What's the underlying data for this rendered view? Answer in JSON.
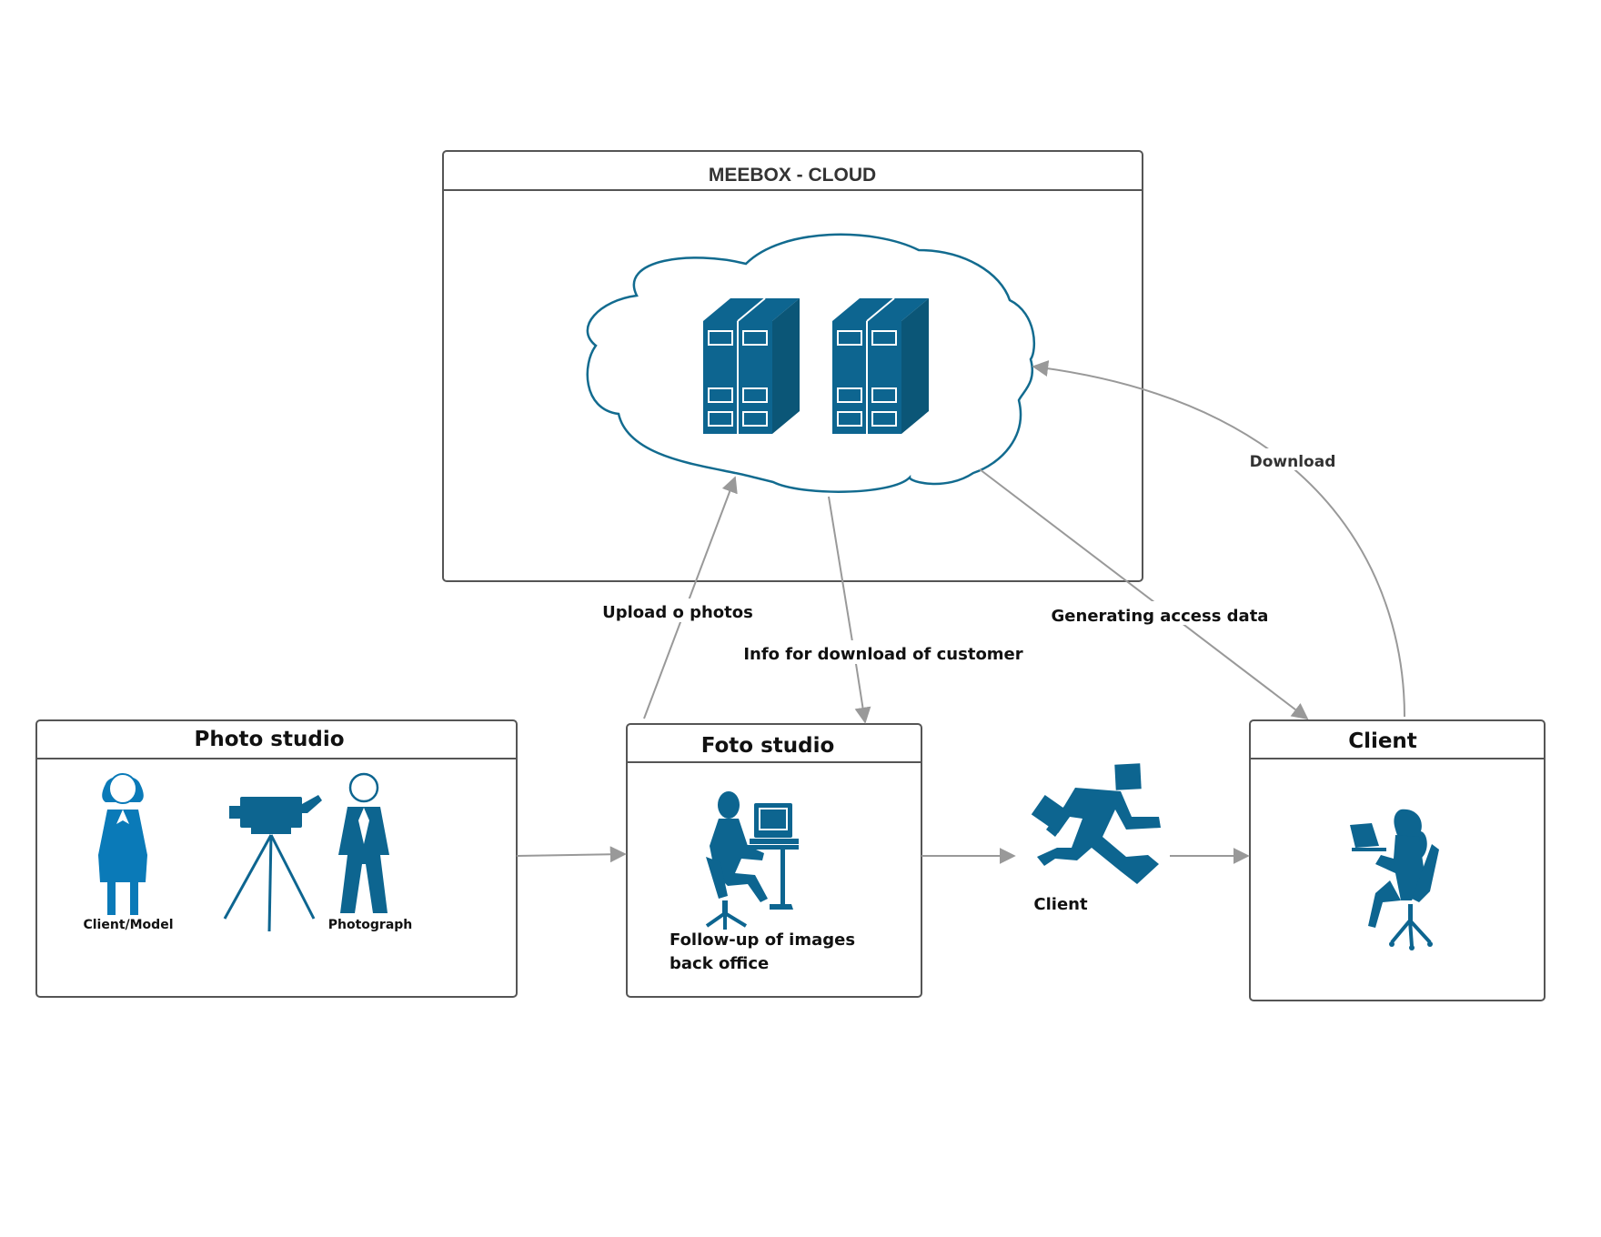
{
  "colors": {
    "icon_blue": "#0d6590",
    "icon_blue_light": "#0a7ab8",
    "panel_border": "#555555",
    "arrow": "#999999"
  },
  "cloud_box": {
    "title": "MEEBOX - CLOUD"
  },
  "photo_studio": {
    "title": "Photo studio",
    "client_label": "Client/Model",
    "photographer_label": "Photograph"
  },
  "foto_studio": {
    "title": "Foto studio",
    "caption_line1": "Follow-up of images",
    "caption_line2": "back office"
  },
  "client_box": {
    "title": "Client"
  },
  "running_client_label": "Client",
  "edges": {
    "upload": "Upload o photos",
    "info": "Info for download of customer",
    "generating": "Generating access data",
    "download": "Download"
  },
  "icons": {
    "cloud": "cloud-icon",
    "server": "server-rack-icon",
    "woman": "woman-icon",
    "camera": "video-camera-tripod-icon",
    "man": "man-icon",
    "office_worker": "computer-worker-icon",
    "runner": "running-businessman-icon",
    "laptop_user": "laptop-user-icon"
  }
}
